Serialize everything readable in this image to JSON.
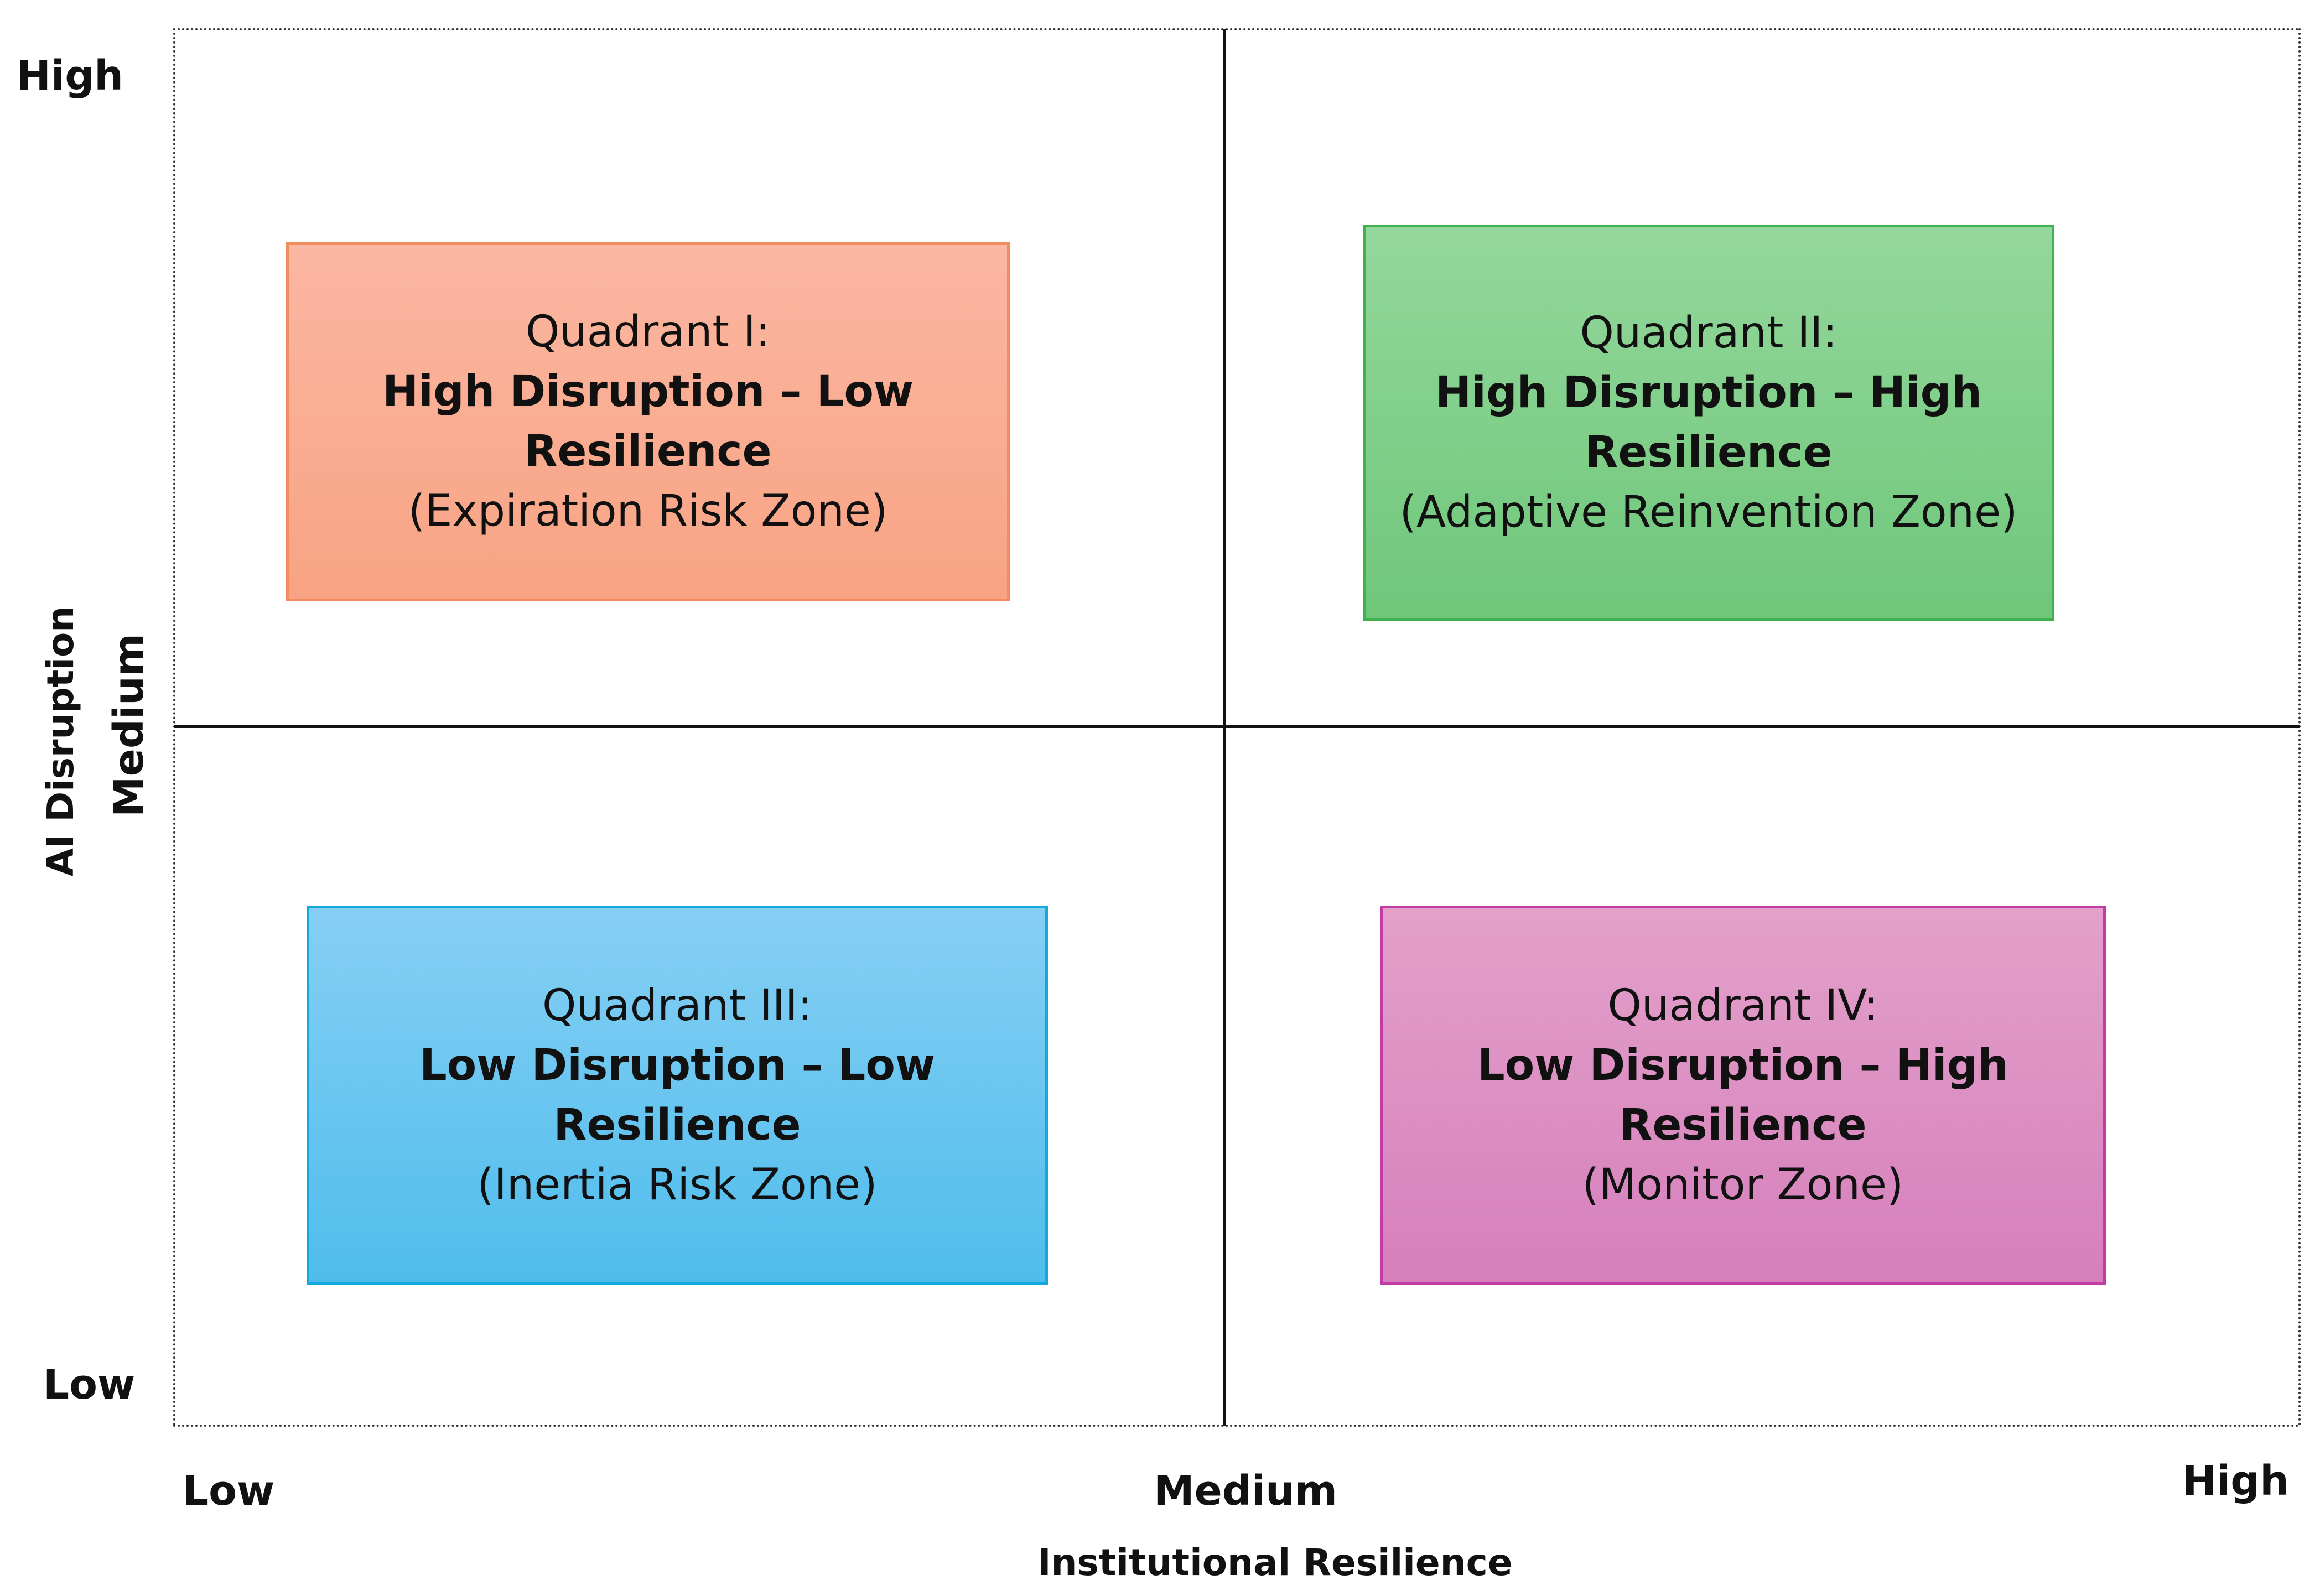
{
  "axes": {
    "y_title": "AI Disruption",
    "x_title": "Institutional Resilience",
    "y_ticks": {
      "high": "High",
      "medium": "Medium",
      "low": "Low"
    },
    "x_ticks": {
      "low": "Low",
      "medium": "Medium",
      "high": "High"
    }
  },
  "quadrants": [
    {
      "heading": "Quadrant I:",
      "title_line1": "High Disruption – Low",
      "title_line2": "Resilience",
      "zone": "(Expiration Risk Zone)",
      "color": "#f8a383"
    },
    {
      "heading": "Quadrant II:",
      "title_line1": "High Disruption – High",
      "title_line2": "Resilience",
      "zone": "(Adaptive Reinvention Zone)",
      "color": "#6fc77a"
    },
    {
      "heading": "Quadrant III:",
      "title_line1": "Low Disruption – Low",
      "title_line2": "Resilience",
      "zone": "(Inertia Risk Zone)",
      "color": "#4fbdec"
    },
    {
      "heading": "Quadrant IV:",
      "title_line1": "Low Disruption – High",
      "title_line2": "Resilience",
      "zone": "(Monitor Zone)",
      "color": "#d67fbc"
    }
  ]
}
